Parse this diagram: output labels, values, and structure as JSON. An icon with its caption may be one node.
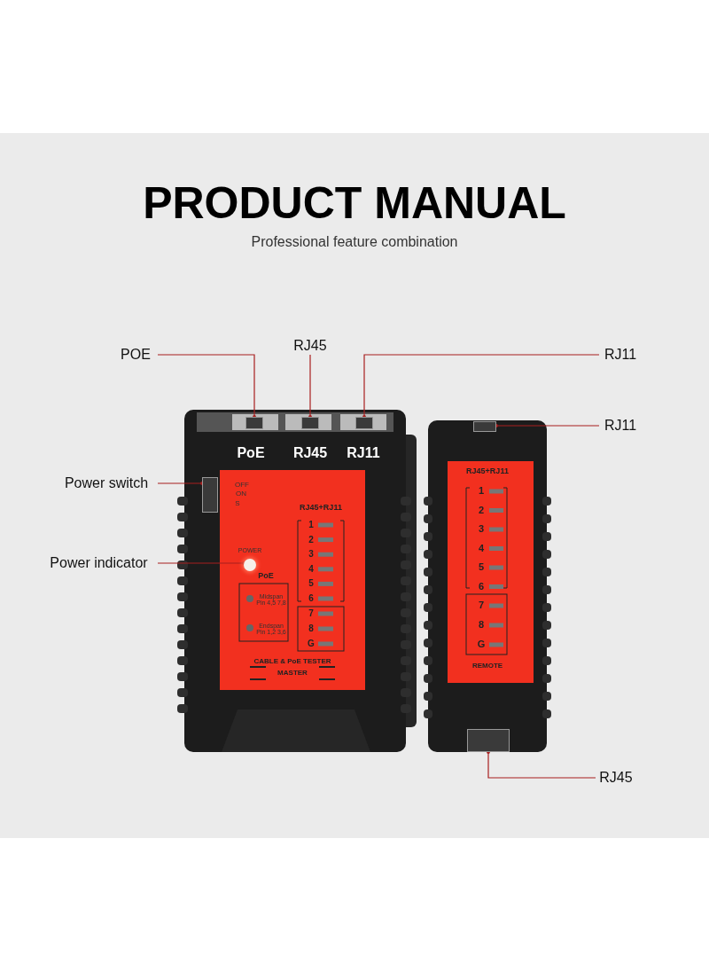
{
  "diagram": {
    "title": "PRODUCT MANUAL",
    "nodes": [
      {
        "text": [
          "POE"
        ]
      },
      {
        "text": [
          "RJ45"
        ]
      },
      {
        "text": [
          "RJ11"
        ]
      },
      {
        "text": [
          "RJ11"
        ]
      },
      {
        "text": [
          "Power switch"
        ]
      },
      {
        "text": [
          "Power indicator"
        ]
      },
      {
        "text": [
          "RJ45"
        ]
      },
      {
        "text": [],
        "shape": "box"
      },
      {
        "text": [],
        "shape": "box"
      },
      {
        "text": [],
        "shape": "box"
      },
      {
        "text": [],
        "shape": "box"
      },
      {
        "text": [],
        "shape": "box"
      },
      {
        "text": [],
        "shape": "circle"
      },
      {
        "text": [],
        "shape": "box"
      }
    ],
    "edges": [
      {
        "from": 0,
        "to": 7,
        "arrow": "other"
      },
      {
        "from": 1,
        "to": 8,
        "arrow": "other"
      },
      {
        "from": 2,
        "to": 9,
        "arrow": "other"
      },
      {
        "from": 3,
        "to": 10,
        "arrow": "other"
      },
      {
        "from": 4,
        "to": 11,
        "arrow": "other"
      },
      {
        "from": 5,
        "to": 12,
        "arrow": "other"
      },
      {
        "from": 6,
        "to": 13,
        "arrow": "other"
      }
    ],
    "labels": [
      "Professional feature combination",
      "PoE",
      "RJ45",
      "RJ11",
      "OFF",
      "ON",
      "S",
      "RJ45+RJ11",
      "1",
      "2",
      "3",
      "4",
      "5",
      "6",
      "7",
      "8",
      "G",
      "POWER",
      "PoE",
      "Midspan Pin 4,5 7,8",
      "Endspan Pin 1,2 3,6",
      "CABLE & PoE TESTER",
      "MASTER",
      "RJ45+RJ11",
      "1",
      "2",
      "3",
      "4",
      "5",
      "6",
      "7",
      "8",
      "G",
      "REMOTE"
    ]
  }
}
